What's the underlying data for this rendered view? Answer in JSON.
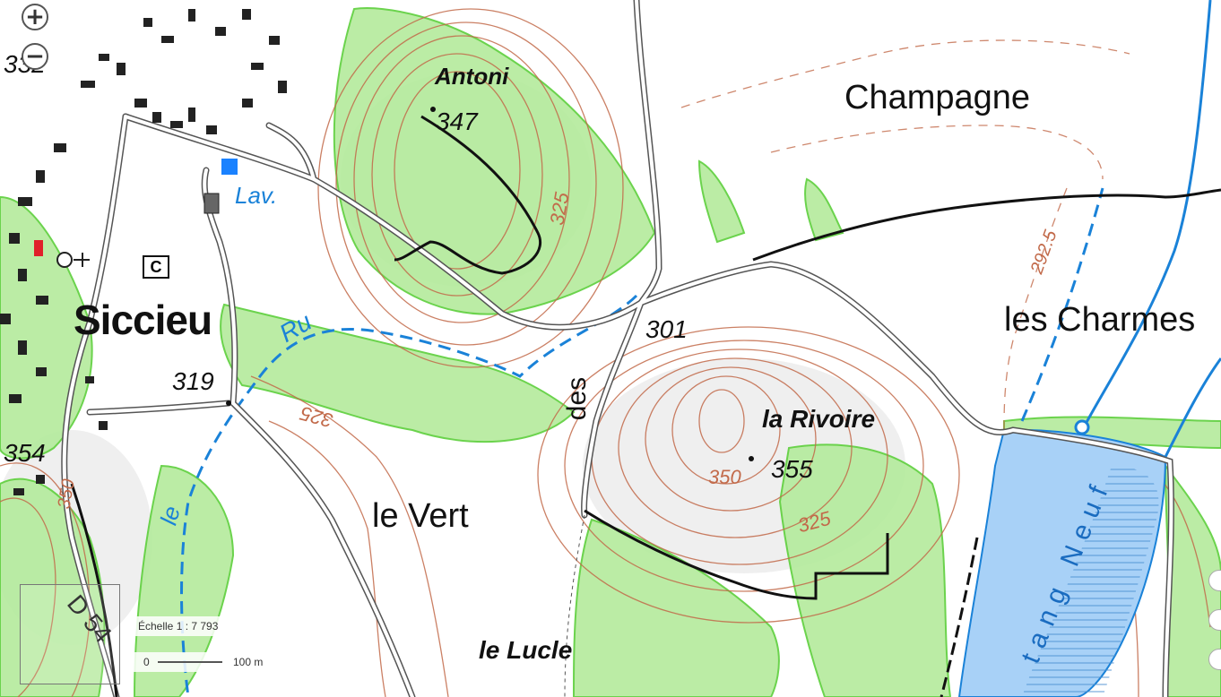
{
  "map": {
    "controls": {
      "zoom_in": "+",
      "zoom_out": "−"
    },
    "labels": {
      "antoni": "Antoni",
      "champagne": "Champagne",
      "siccieu": "Siccieu",
      "les_charmes": "les Charmes",
      "la_rivoire": "la Rivoire",
      "le_vert": "le Vert",
      "le_lucle": "le Lucle",
      "des": "des",
      "ru": "Ru",
      "le": "le",
      "lav": "Lav.",
      "d54": "D 54",
      "etang_neuf": "tang Neuf",
      "poi_c": "C"
    },
    "elevations": {
      "e332": "332",
      "e347": "347",
      "e301": "301",
      "e319": "319",
      "e354": "354",
      "e355": "355"
    },
    "contour_labels": {
      "c325a": "325",
      "c325b": "325",
      "c325c": "325",
      "c350a": "350",
      "c350b": "350",
      "c2925": "292.5"
    },
    "scale": {
      "title": "Échelle 1 : 7 793",
      "zero": "0",
      "distance": "100 m"
    },
    "colors": {
      "forest": "#a9e58f",
      "forest_edge": "#5ccf3a",
      "contour": "#c26a4a",
      "water": "#a8d1f7",
      "stream": "#1a82d8",
      "road": "#555555",
      "building": "#222222"
    }
  }
}
